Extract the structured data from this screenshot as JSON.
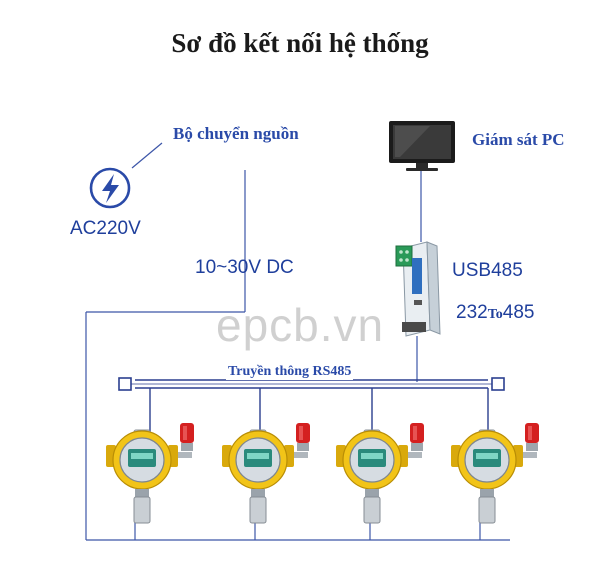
{
  "title": "Sơ đồ kết nối hệ thống",
  "power": {
    "converter_label": "Bộ chuyển nguồn",
    "input_label": "AC220V",
    "output_label": "10~30V DC",
    "icon": "lightning-bolt-icon"
  },
  "pc": {
    "label": "Giám sát PC",
    "icon": "monitor-icon"
  },
  "converter": {
    "usb_label": "USB485",
    "rs232_prefix": "232",
    "rs232_to": "To",
    "rs232_suffix": "485"
  },
  "bus": {
    "label": "Truyền thông RS485"
  },
  "detectors": [
    {
      "name": "gas-detector-1"
    },
    {
      "name": "gas-detector-2"
    },
    {
      "name": "gas-detector-3"
    },
    {
      "name": "gas-detector-4"
    }
  ],
  "watermark": "epcb.vn",
  "colors": {
    "line": "#2b3f8f",
    "detector_body": "#f2c418",
    "alarm_red": "#d42020",
    "text_blue": "#2a4aa8"
  }
}
